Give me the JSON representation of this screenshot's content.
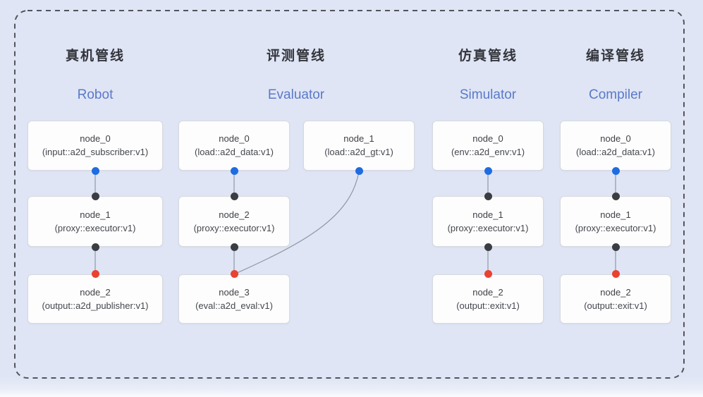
{
  "canvas": {
    "background": "#dfe5f5",
    "border_color": "#53555c",
    "node_background": "#fdfdfe",
    "node_border": "#d7d9de"
  },
  "colors": {
    "port-blue": "#1f6ce1",
    "port-dark": "#3b3d42",
    "port-red": "#ea4130",
    "edge": "#8f96a4",
    "title-cn": "#33353b",
    "title-en": "#5b79c8"
  },
  "pipelines": [
    {
      "title_cn": "真机管线",
      "title_en": "Robot",
      "nodes": [
        {
          "name": "node_0",
          "type": "(input::a2d_subscriber:v1)"
        },
        {
          "name": "node_1",
          "type": "(proxy::executor:v1)"
        },
        {
          "name": "node_2",
          "type": "(output::a2d_publisher:v1)"
        }
      ]
    },
    {
      "title_cn": "评测管线",
      "title_en": "Evaluator",
      "nodes": [
        {
          "name": "node_0",
          "type": "(load::a2d_data:v1)"
        },
        {
          "name": "node_1",
          "type": "(load::a2d_gt:v1)"
        },
        {
          "name": "node_2",
          "type": "(proxy::executor:v1)"
        },
        {
          "name": "node_3",
          "type": "(eval::a2d_eval:v1)"
        }
      ]
    },
    {
      "title_cn": "仿真管线",
      "title_en": "Simulator",
      "nodes": [
        {
          "name": "node_0",
          "type": "(env::a2d_env:v1)"
        },
        {
          "name": "node_1",
          "type": "(proxy::executor:v1)"
        },
        {
          "name": "node_2",
          "type": "(output::exit:v1)"
        }
      ]
    },
    {
      "title_cn": "编译管线",
      "title_en": "Compiler",
      "nodes": [
        {
          "name": "node_0",
          "type": "(load::a2d_data:v1)"
        },
        {
          "name": "node_1",
          "type": "(proxy::executor:v1)"
        },
        {
          "name": "node_2",
          "type": "(output::exit:v1)"
        }
      ]
    }
  ]
}
